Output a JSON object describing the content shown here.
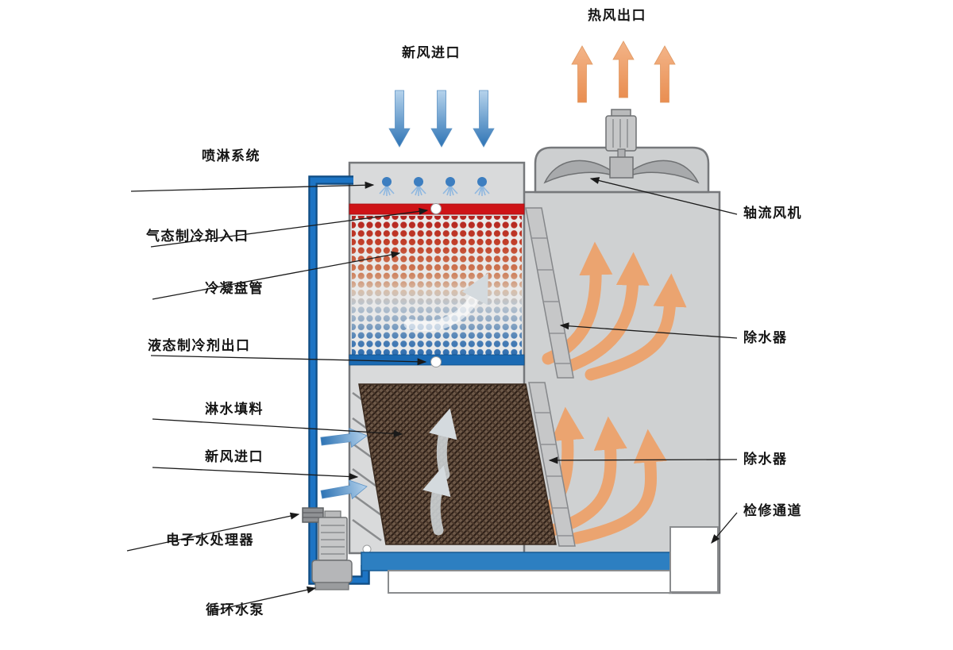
{
  "diagram": {
    "labels": {
      "hot_air_outlet": "热风出口",
      "fresh_air_inlet_top": "新风进口",
      "spray_system": "喷淋系统",
      "gaseous_refrigerant_inlet": "气态制冷剂入口",
      "condensing_coil": "冷凝盘管",
      "liquid_refrigerant_outlet": "液态制冷剂出口",
      "fill_media": "淋水填料",
      "fresh_air_inlet_side": "新风进口",
      "electronic_water_treater": "电子水处理器",
      "circulating_water_pump": "循环水泵",
      "axial_fan": "轴流风机",
      "drift_eliminator_upper": "除水器",
      "drift_eliminator_lower": "除水器",
      "service_access": "检修通道"
    },
    "colors": {
      "body_gray": "#cfd1d2",
      "outline_gray": "#76787b",
      "hot_air_orange": "#eda26b",
      "fresh_air_blue": "#3d7ec0",
      "refrigerant_inlet_red": "#ce1317",
      "refrigerant_outlet_blue": "#1b6ab3",
      "pipe_blue": "#1d74c4",
      "basin_water_blue": "#2d7fc1",
      "fill_media_dark": "#4a372a",
      "label_text": "#151515"
    }
  }
}
